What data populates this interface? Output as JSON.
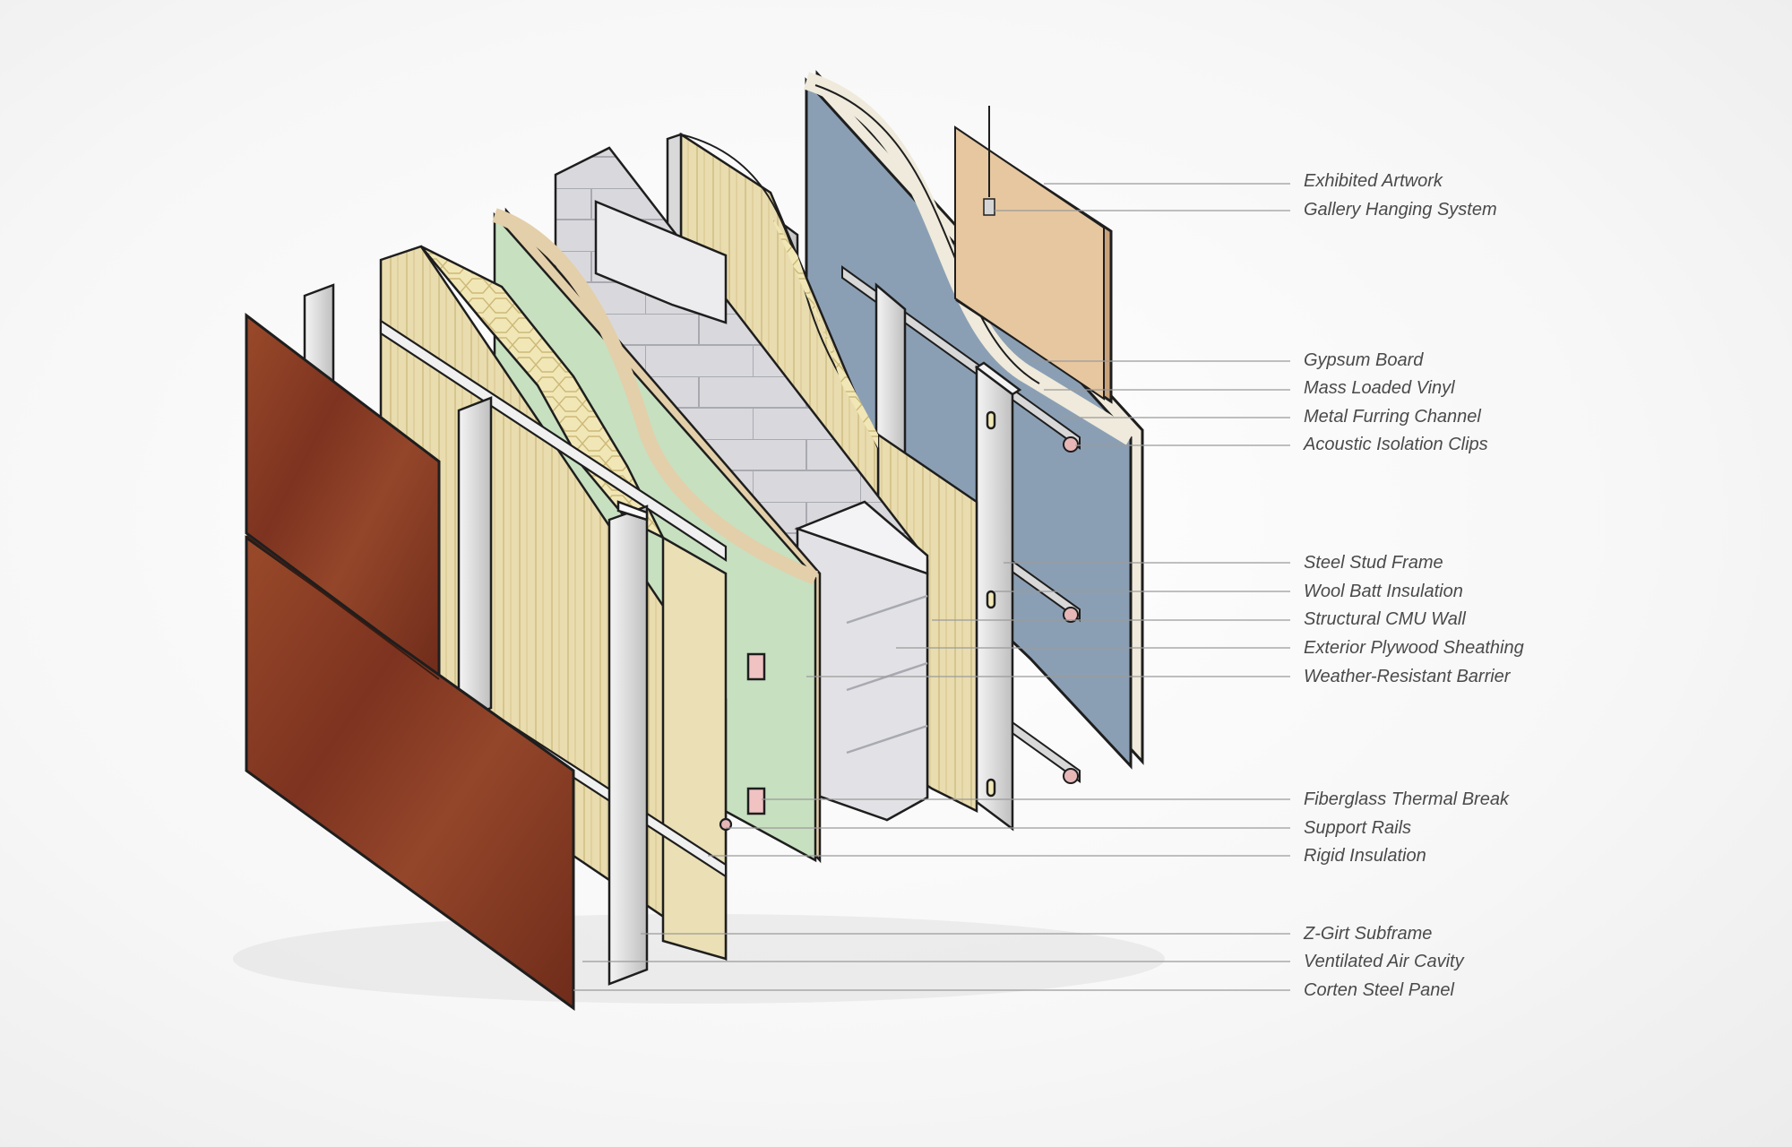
{
  "diagram": {
    "labels": [
      "Exhibited Artwork",
      "Gallery Hanging System",
      "Gypsum Board",
      "Mass Loaded Vinyl",
      "Metal Furring Channel",
      "Acoustic Isolation Clips",
      "Steel Stud Frame",
      "Wool Batt Insulation",
      "Structural CMU Wall",
      "Exterior Plywood Sheathing",
      "Weather-Resistant Barrier",
      "Fiberglass Thermal Break",
      "Support Rails",
      "Rigid Insulation",
      "Z-Girt Subframe",
      "Ventilated Air Cavity",
      "Corten Steel Panel"
    ],
    "colors": {
      "corten": "#8a3b22",
      "wrb": "#c7e0c0",
      "plywood": "#e3cfa9",
      "cmu": "#d9d9dd",
      "insulation": "#e9dcae",
      "gypsum": "#8b9fb4",
      "vinyl": "#efeadb",
      "artwork": "#e6c7a0",
      "steel": "#e2e2e2",
      "ink": "#1e1e1e"
    }
  }
}
